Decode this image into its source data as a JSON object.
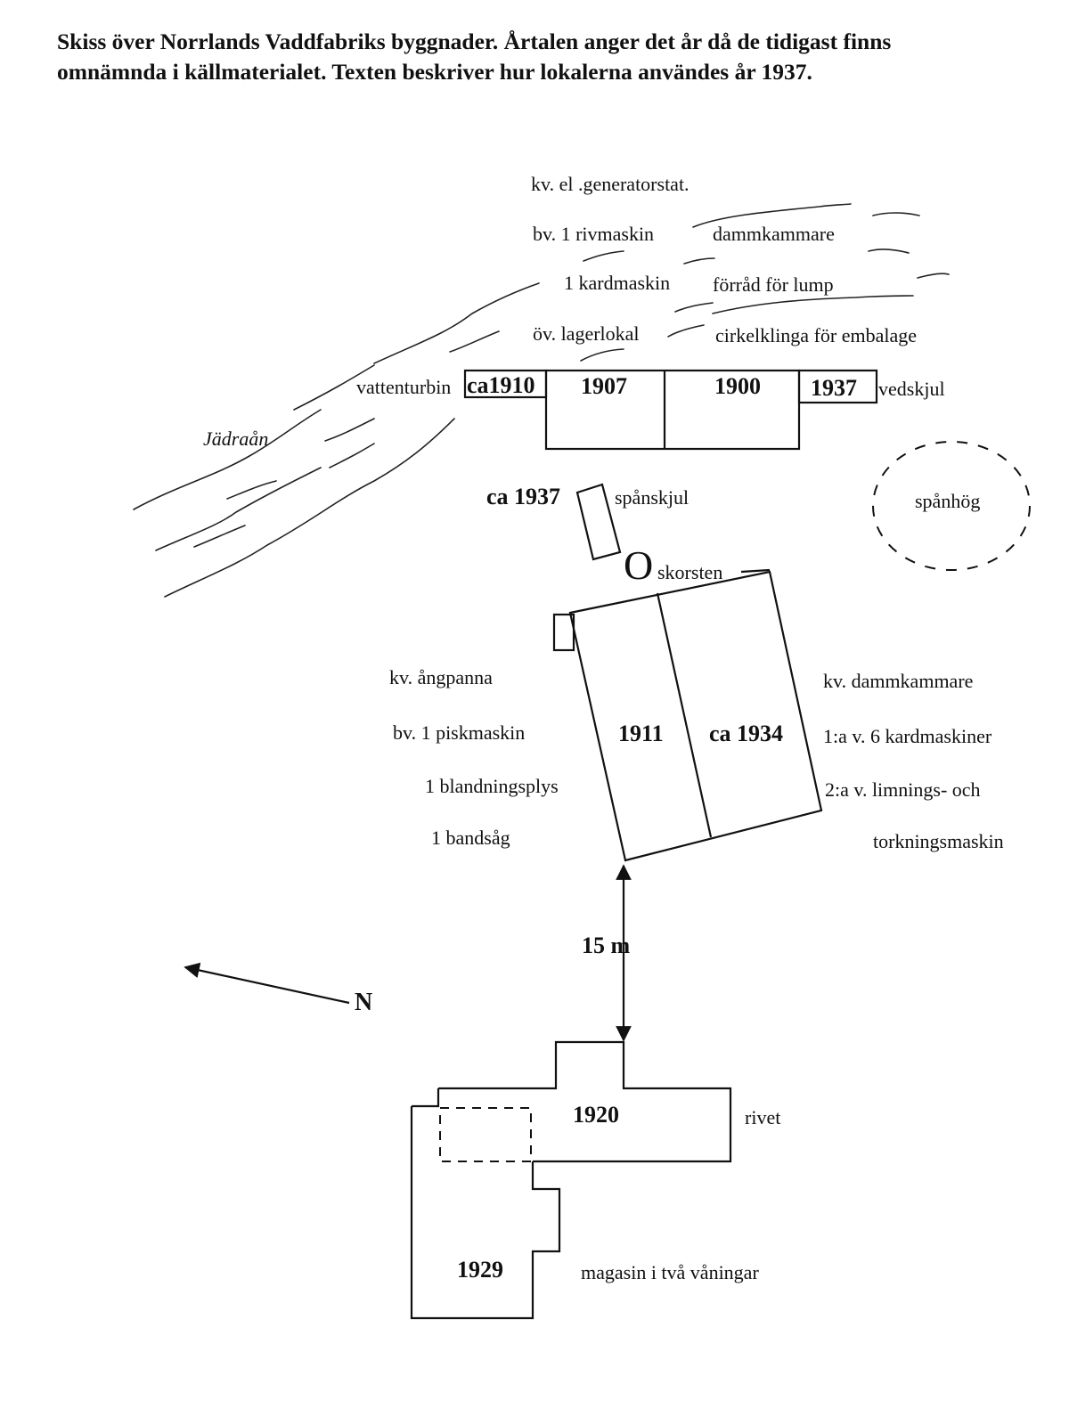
{
  "caption": {
    "line1": "Skiss över Norrlands Vaddfabriks byggnader. Årtalen anger det år då de tidigast finns",
    "line2": "omnämnda i källmaterialet. Texten beskriver hur lokalerna användes år 1937."
  },
  "river": {
    "name": "Jädraån"
  },
  "north_building": {
    "usage_left": [
      "kv. el .generatorstat.",
      "bv. 1 rivmaskin",
      "1 kardmaskin",
      "öv. lagerlokal"
    ],
    "usage_right": [
      "dammkammare",
      "förråd för lump",
      "cirkelklinga för embalage"
    ],
    "turbine_label": "vattenturbin",
    "years": [
      "ca1910",
      "1907",
      "1900",
      "1937"
    ],
    "shed_label": "vedskjul"
  },
  "shavings_shed": {
    "year": "ca 1937",
    "label": "spånskjul"
  },
  "shavings_pile": {
    "label": "spånhög"
  },
  "chimney": {
    "symbol": "O",
    "label": "skorsten"
  },
  "main_building": {
    "years": [
      "1911",
      "ca 1934"
    ],
    "usage_left": [
      "kv. ångpanna",
      "bv. 1 piskmaskin",
      "1 blandningsplys",
      "1 bandsåg"
    ],
    "usage_right": [
      "kv. dammkammare",
      "1:a v. 6 kardmaskiner",
      "2:a v. limnings- och",
      "torkningsmaskin"
    ]
  },
  "distance": {
    "label": "15 m"
  },
  "compass": {
    "label": "N"
  },
  "south_buildings": {
    "year_upper": "1920",
    "upper_note": "rivet",
    "year_lower": "1929",
    "lower_note": "magasin i två våningar"
  },
  "colors": {
    "ink": "#111111",
    "paper": "#ffffff"
  }
}
